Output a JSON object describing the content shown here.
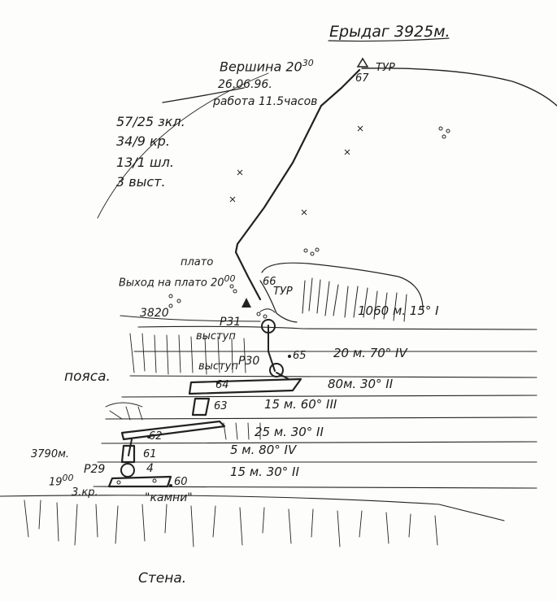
{
  "title": "Ерыдаг 3925м.",
  "summit": {
    "label": "Вершина 20",
    "time_sup": "30",
    "date": "26.06.96.",
    "work": "работа 11.5часов",
    "tur": "ТУР",
    "point": "67"
  },
  "stats": [
    "57/25 зкл.",
    "34/9 кр.",
    "13/1 шл.",
    "3 выст."
  ],
  "plateau": {
    "label": "плато",
    "exit": "Выход на плато 20",
    "exit_sup": "00",
    "altitude": "3820",
    "point": "66",
    "tur": "ТУР"
  },
  "route_points": {
    "r31": "Р31",
    "r30": "Р30",
    "r29": "Р29",
    "p65": "65",
    "p64": "64",
    "p63": "63",
    "p62": "62",
    "p61": "61",
    "p60": "60",
    "vystup1": "выступ",
    "vystup2": "выступ"
  },
  "pitches": [
    {
      "text": "1060 м.  15° I"
    },
    {
      "text": "20 м.  70° IV"
    },
    {
      "text": "80м.  30°  II"
    },
    {
      "text": "15 м.  60° III"
    },
    {
      "text": "25 м.  30° II"
    },
    {
      "text": "5 м.  80° IV"
    },
    {
      "text": "15 м.  30° II"
    }
  ],
  "labels": {
    "poyasa": "пояса.",
    "alt_3790": "3790м.",
    "time_19": "19",
    "time_19_sup": "00",
    "three_kr": "3.кр.",
    "kamni": "\"камни\"",
    "wall": "Стена.",
    "bottom_4": "4"
  }
}
